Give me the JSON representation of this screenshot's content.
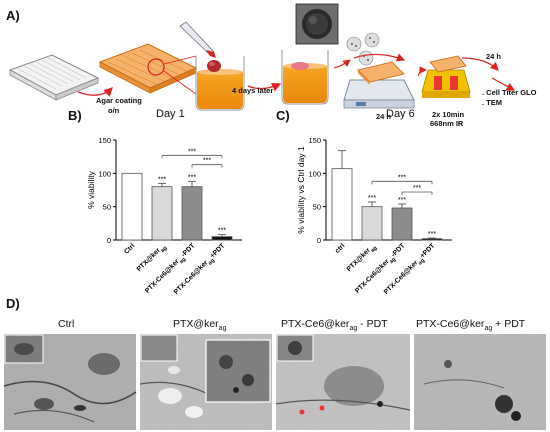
{
  "panels": {
    "a": "A)",
    "b": "B)",
    "c": "C)",
    "d": "D)"
  },
  "workflow": {
    "agar": "Agar coating",
    "on": "o/n",
    "days_later": "4 days later",
    "h24_a": "24 h",
    "ir_line1": "2x 10min",
    "ir_line2": "668nm IR",
    "h24_b": "24 h",
    "out1": ". Cell Titer GLO",
    "out2": ". TEM"
  },
  "chart_data": [
    {
      "type": "bar",
      "title": "Day 1",
      "ylabel": "% viability",
      "ylim": [
        0,
        150
      ],
      "yticks": [
        0,
        50,
        100,
        150
      ],
      "categories": [
        "Ctrl",
        "PTX@ker<sub>ag</sub>",
        "PTX-Ce6@ker<sub>ag</sub>-PDT",
        "PTX-Ce6@ker<sub>ag</sub>+PDT"
      ],
      "values": [
        100,
        80,
        80,
        5
      ],
      "errors": [
        0,
        5,
        8,
        3
      ],
      "fills": [
        "#ffffff",
        "#d9d9d9",
        "#8c8c8c",
        "#111111"
      ],
      "stars": [
        "",
        "***",
        "***",
        "***"
      ],
      "brackets": [
        {
          "from": 1,
          "to": 3,
          "level": 127,
          "label": "***"
        },
        {
          "from": 2,
          "to": 3,
          "level": 113,
          "label": "***"
        }
      ]
    },
    {
      "type": "bar",
      "title": "Day 6",
      "ylabel": "% viability vs Ctrl day 1",
      "ylim": [
        0,
        150
      ],
      "yticks": [
        0,
        50,
        100,
        150
      ],
      "categories": [
        "ctrl",
        "PTX@ker<sub>ag</sub>",
        "PTX-Ce6@ker<sub>ag</sub>-PDT",
        "PTX-Ce6@ker<sub>ag</sub>+PDT"
      ],
      "values": [
        107,
        50,
        48,
        2
      ],
      "errors": [
        27,
        7,
        6,
        1
      ],
      "fills": [
        "#ffffff",
        "#d9d9d9",
        "#8c8c8c",
        "#111111"
      ],
      "stars": [
        "",
        "***",
        "***",
        "***"
      ],
      "brackets": [
        {
          "from": 1,
          "to": 3,
          "level": 88,
          "label": "***"
        },
        {
          "from": 2,
          "to": 3,
          "level": 72,
          "label": "***"
        }
      ]
    }
  ],
  "tem": {
    "ctrl": "Ctrl",
    "ptx": "PTX@ker<sub>ag</sub>",
    "minus": "PTX-Ce6@ker<sub>ag</sub> - PDT",
    "plus": "PTX-Ce6@ker<sub>ag</sub> + PDT"
  }
}
